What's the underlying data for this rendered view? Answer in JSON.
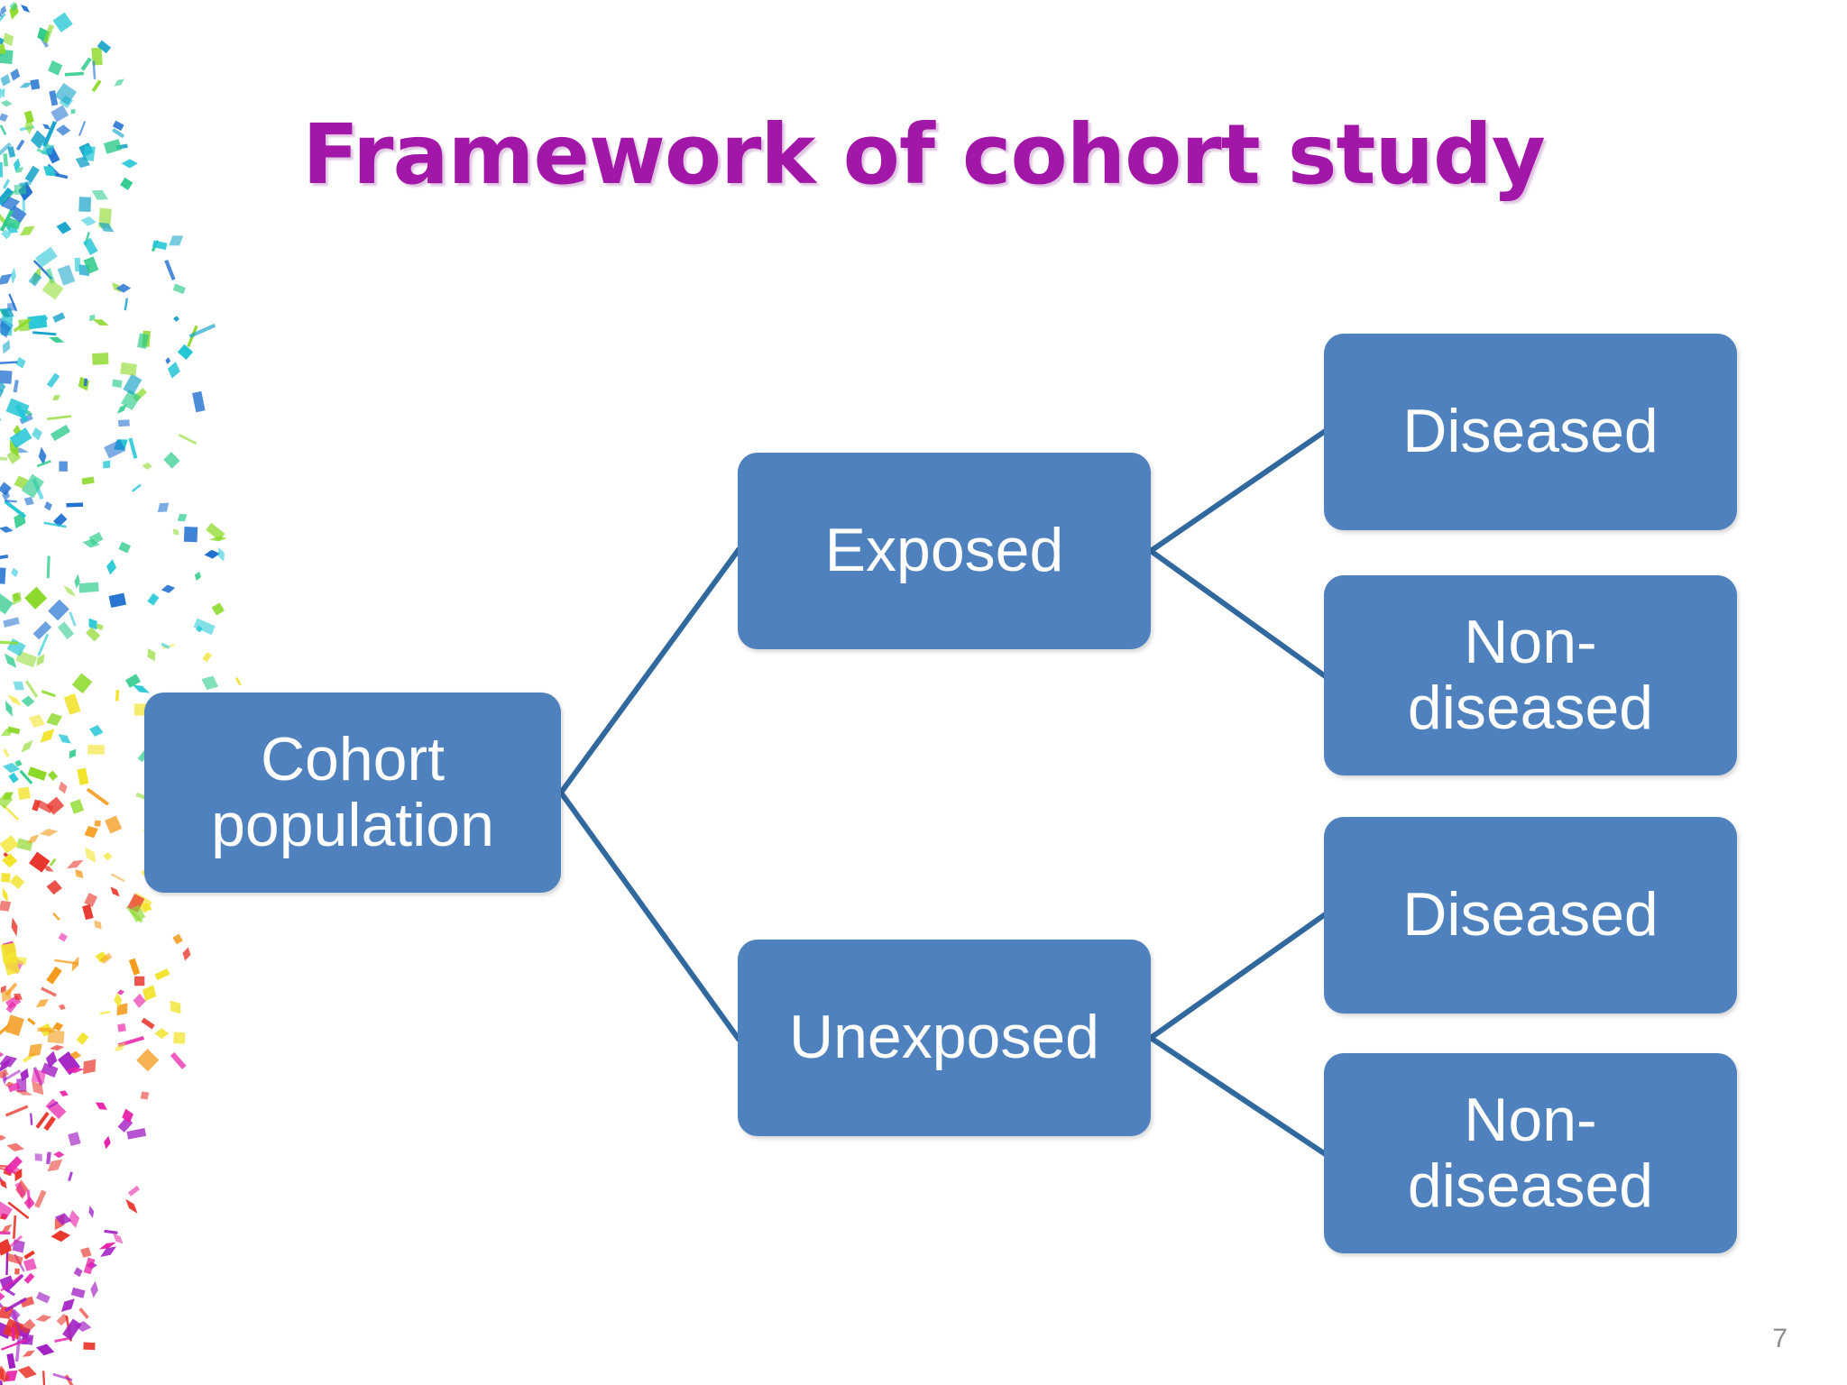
{
  "slide": {
    "title": "Framework of cohort study",
    "page_number": "7",
    "title_color": "#A317A8",
    "node_fill_color": "#4E81BD",
    "node_text_color": "#FFFFFF",
    "connector_color": "#31689E",
    "background_color": "#FFFFFF",
    "page_number_color": "#8C8C8C"
  },
  "decoration": {
    "name": "confetti-strip",
    "palette": [
      "#2ECB8B",
      "#25C6D6",
      "#1F6FD0",
      "#8CD92B",
      "#F2E32B",
      "#F59B1C",
      "#E8342A",
      "#E81FA8",
      "#A220C4"
    ]
  },
  "diagram": {
    "type": "flowchart",
    "nodes": [
      {
        "id": "cohort",
        "label": "Cohort\npopulation",
        "level": 0
      },
      {
        "id": "exposed",
        "label": "Exposed",
        "level": 1
      },
      {
        "id": "unexposed",
        "label": "Unexposed",
        "level": 1
      },
      {
        "id": "e-dis",
        "label": "Diseased",
        "level": 2
      },
      {
        "id": "e-nondis",
        "label": "Non-\ndiseased",
        "level": 2
      },
      {
        "id": "u-dis",
        "label": "Diseased",
        "level": 2
      },
      {
        "id": "u-nondis",
        "label": "Non-\ndiseased",
        "level": 2
      }
    ],
    "edges": [
      {
        "from": "cohort",
        "to": "exposed"
      },
      {
        "from": "cohort",
        "to": "unexposed"
      },
      {
        "from": "exposed",
        "to": "e-dis"
      },
      {
        "from": "exposed",
        "to": "e-nondis"
      },
      {
        "from": "unexposed",
        "to": "u-dis"
      },
      {
        "from": "unexposed",
        "to": "u-nondis"
      }
    ]
  }
}
